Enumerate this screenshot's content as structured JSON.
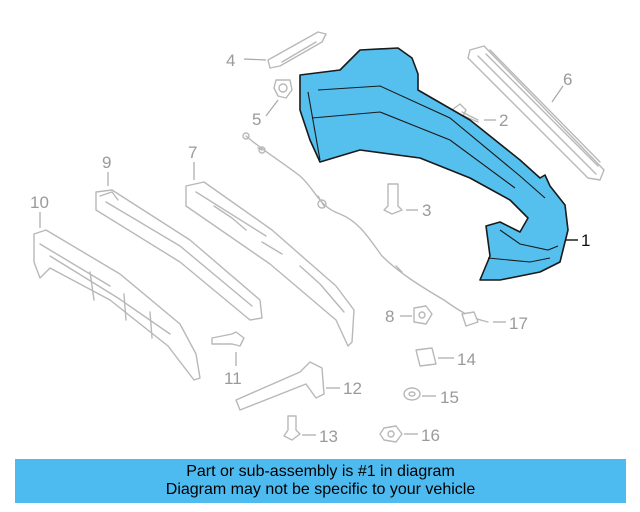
{
  "callouts": {
    "c1": "1",
    "c2": "2",
    "c3": "3",
    "c4": "4",
    "c5": "5",
    "c6": "6",
    "c7": "7",
    "c8": "8",
    "c9": "9",
    "c10": "10",
    "c11": "11",
    "c12": "12",
    "c13": "13",
    "c14": "14",
    "c15": "15",
    "c16": "16",
    "c17": "17"
  },
  "highlight": {
    "part_number": "1",
    "color": "#55c0ee"
  },
  "footer": {
    "line1": "Part or sub-assembly is #1 in diagram",
    "line2": "Diagram may not be specific to your vehicle",
    "background": "#4dbbf0"
  }
}
